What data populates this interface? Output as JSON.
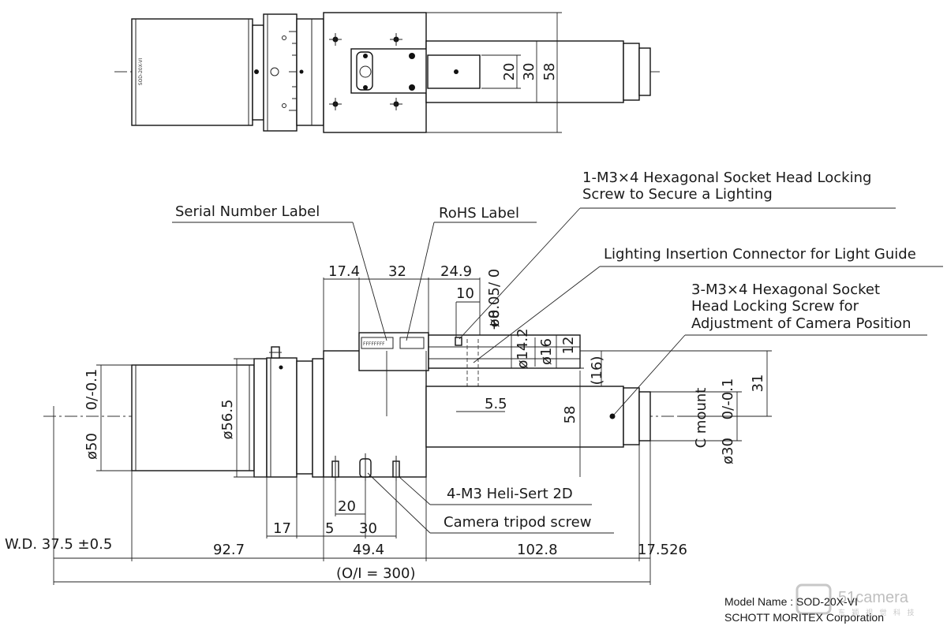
{
  "top_view": {
    "engraving": "SOD-20X-VI",
    "dims": {
      "d20": "20",
      "d30": "30",
      "d58": "58"
    }
  },
  "callouts": {
    "screw_lighting_line1": "1-M3×4 Hexagonal Socket Head Locking",
    "screw_lighting_line2": "Screw to Secure a Lighting",
    "serial_label": "Serial Number Label",
    "rohs_label": "RoHS  Label",
    "lighting_connector": "Lighting Insertion Connector for Light Guide",
    "camera_screw_line1": "3-M3×4 Hexagonal Socket",
    "camera_screw_line2": "Head Locking Screw for",
    "camera_screw_line3": "Adjustment of Camera Position",
    "heli_sert": "4-M3 Heli-Sert 2D",
    "tripod_screw": "Camera tripod screw",
    "serial_placeholder": "FFFFFFFF"
  },
  "dims": {
    "d17_4": "17.4",
    "d32": "32",
    "d24_9": "24.9",
    "d10": "10",
    "tol_top": "+0.05/ 0",
    "dia8": "ø8",
    "dia14": "ø14.2",
    "dia16": "ø16",
    "d12": "12",
    "d16p": "(16)",
    "d31": "31",
    "d5_5": "5.5",
    "d58": "58",
    "dia56": "ø56.5",
    "dia50": "ø50",
    "tol50": "0/-0.1",
    "cmount": "C mount",
    "dia30": "ø30",
    "tol30": "0/-0.1",
    "d20": "20",
    "d17": "17",
    "d5": "5",
    "d30": "30",
    "wd": "W.D. 37.5 ±0.5",
    "d92_7": "92.7",
    "d49_4": "49.4",
    "d102_8": "102.8",
    "d17_526": "17.526",
    "oi": "(O/I = 300)"
  },
  "footer": {
    "model": "Model Name : SOD-20X-VI",
    "company": "SCHOTT MORITEX Corporation"
  },
  "watermark": {
    "text": "51camera",
    "sub": "东 颖 视 觉 科 技"
  }
}
